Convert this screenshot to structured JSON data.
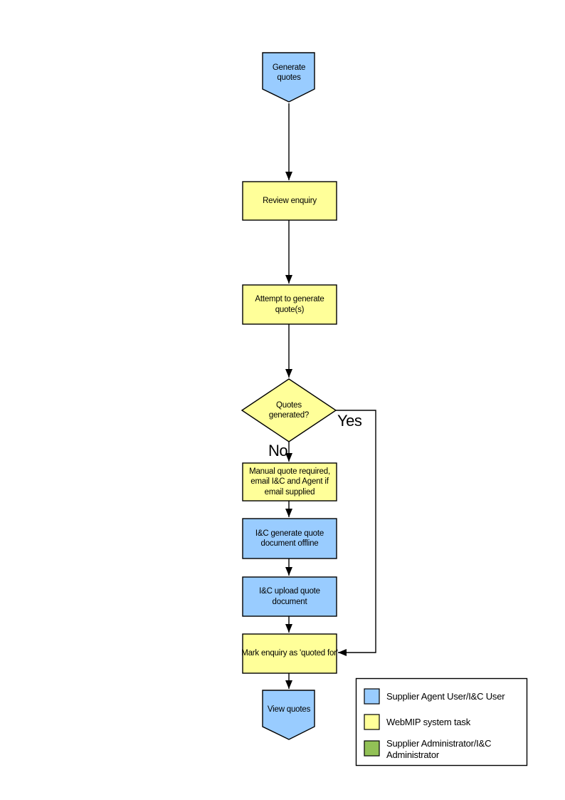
{
  "colors": {
    "actor_task": "#99CCFF",
    "system_task": "#FFFF99",
    "admin_task": "#92C156",
    "outline": "#000000",
    "background": "#FFFFFF"
  },
  "nodes": {
    "start": {
      "label": "Generate quotes"
    },
    "review": {
      "label": "Review enquiry"
    },
    "attempt": {
      "label": "Attempt to generate quote(s)"
    },
    "decision": {
      "label": "Quotes generated?"
    },
    "manual": {
      "label": "Manual quote required, email I&C and Agent if email supplied"
    },
    "offline": {
      "label": "I&C generate quote document offline"
    },
    "upload": {
      "label": "I&C upload quote document"
    },
    "mark": {
      "label": "Mark enquiry as 'quoted for'"
    },
    "end": {
      "label": "View quotes"
    }
  },
  "edge_labels": {
    "yes": "Yes",
    "no": "No"
  },
  "legend": {
    "items": [
      {
        "label": "Supplier Agent User/I&C User",
        "color": "#99CCFF"
      },
      {
        "label": "WebMIP system task",
        "color": "#FFFF99"
      },
      {
        "label": "Supplier Administrator/I&C Administrator",
        "color": "#92C156"
      }
    ]
  }
}
